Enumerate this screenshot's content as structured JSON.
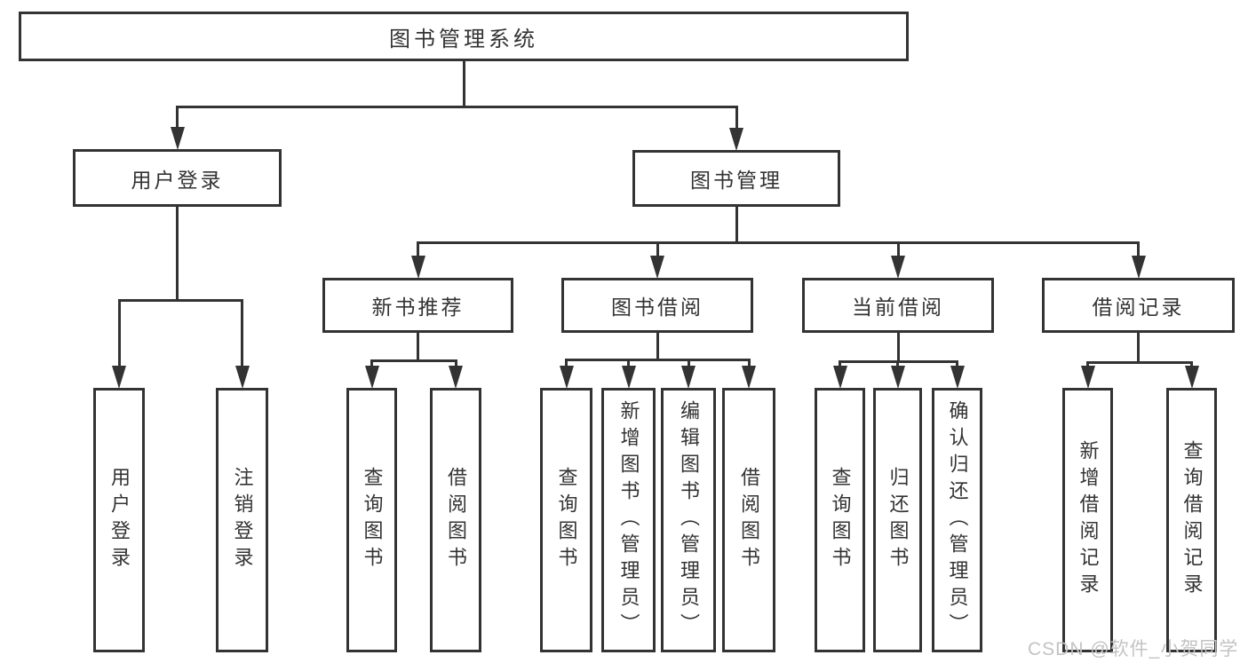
{
  "diagram": {
    "type": "hierarchy-tree",
    "root_label": "图书管理系统",
    "colors": {
      "line": "#333333",
      "text": "#333333",
      "background": "#ffffff",
      "watermark": "#c3c3c3"
    },
    "watermark": {
      "text": "CSDN @软件_小贺同学"
    },
    "nodes": [
      {
        "id": "root",
        "label": "图书管理系统",
        "parent": null,
        "shape": "wide"
      },
      {
        "id": "user-login",
        "label": "用户登录",
        "parent": "root",
        "shape": "wide"
      },
      {
        "id": "book-mgmt",
        "label": "图书管理",
        "parent": "root",
        "shape": "wide"
      },
      {
        "id": "new-book-rec",
        "label": "新书推荐",
        "parent": "book-mgmt",
        "shape": "wide"
      },
      {
        "id": "book-borrow",
        "label": "图书借阅",
        "parent": "book-mgmt",
        "shape": "wide"
      },
      {
        "id": "current-borrow",
        "label": "当前借阅",
        "parent": "book-mgmt",
        "shape": "wide"
      },
      {
        "id": "borrow-record",
        "label": "借阅记录",
        "parent": "book-mgmt",
        "shape": "wide"
      },
      {
        "id": "leaf-user-login",
        "label": "用户登录",
        "parent": "user-login",
        "shape": "tall"
      },
      {
        "id": "leaf-logout",
        "label": "注销登录",
        "parent": "user-login",
        "shape": "tall"
      },
      {
        "id": "leaf-nbr-query",
        "label": "查询图书",
        "parent": "new-book-rec",
        "shape": "tall"
      },
      {
        "id": "leaf-nbr-borrow",
        "label": "借阅图书",
        "parent": "new-book-rec",
        "shape": "tall"
      },
      {
        "id": "leaf-bb-query",
        "label": "查询图书",
        "parent": "book-borrow",
        "shape": "tall"
      },
      {
        "id": "leaf-bb-add",
        "label": "新增图书（管理员）",
        "parent": "book-borrow",
        "shape": "tall"
      },
      {
        "id": "leaf-bb-edit",
        "label": "编辑图书（管理员）",
        "parent": "book-borrow",
        "shape": "tall"
      },
      {
        "id": "leaf-bb-borrow",
        "label": "借阅图书",
        "parent": "book-borrow",
        "shape": "tall"
      },
      {
        "id": "leaf-cb-query",
        "label": "查询图书",
        "parent": "current-borrow",
        "shape": "tall"
      },
      {
        "id": "leaf-cb-return",
        "label": "归还图书",
        "parent": "current-borrow",
        "shape": "tall"
      },
      {
        "id": "leaf-cb-confirm",
        "label": "确认归还（管理员）",
        "parent": "current-borrow",
        "shape": "tall"
      },
      {
        "id": "leaf-br-add",
        "label": "新增借阅记录",
        "parent": "borrow-record",
        "shape": "tall"
      },
      {
        "id": "leaf-br-query",
        "label": "查询借阅记录",
        "parent": "borrow-record",
        "shape": "tall"
      }
    ]
  }
}
